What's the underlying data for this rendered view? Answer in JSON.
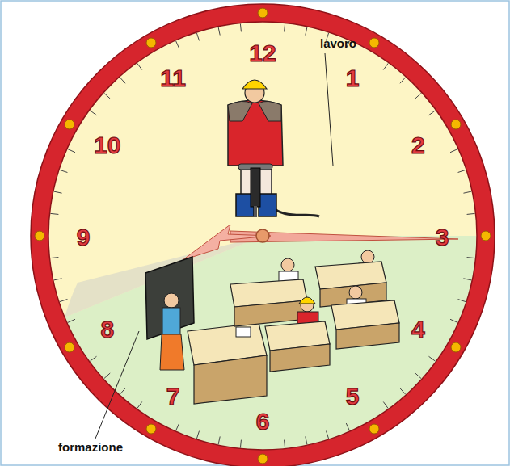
{
  "diagram": {
    "labels": [
      "12",
      "1",
      "2",
      "3",
      "4",
      "5",
      "6",
      "7",
      "8",
      "9",
      "10",
      "11",
      "lavoro",
      "formazione"
    ]
  }
}
